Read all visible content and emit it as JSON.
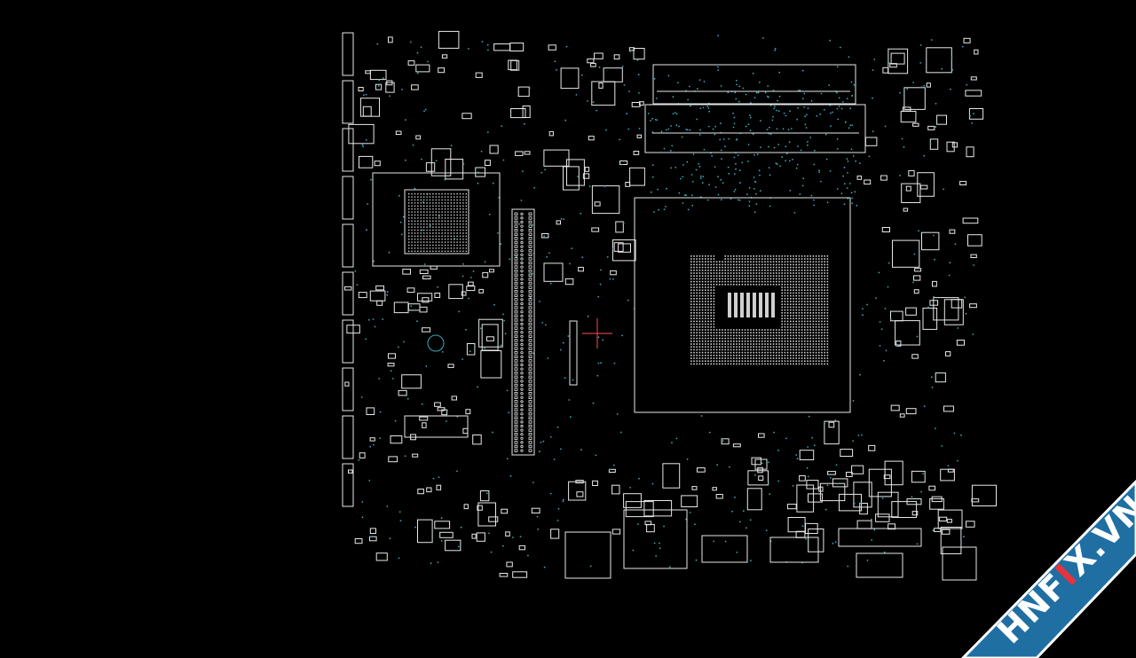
{
  "canvas": {
    "background": "#000000",
    "outline_color": "#e8e8e8",
    "pad_color": "#3aa8b8",
    "marker_color": "#d0404a"
  },
  "watermark": {
    "text_left": "HNF",
    "text_accent": "I",
    "text_right": "X.VN",
    "ribbon_color": "#1f6fa3",
    "border_color": "#ffffff",
    "accent_color": "#e8323c"
  },
  "icons": {
    "crosshair": "crosshair-icon"
  }
}
